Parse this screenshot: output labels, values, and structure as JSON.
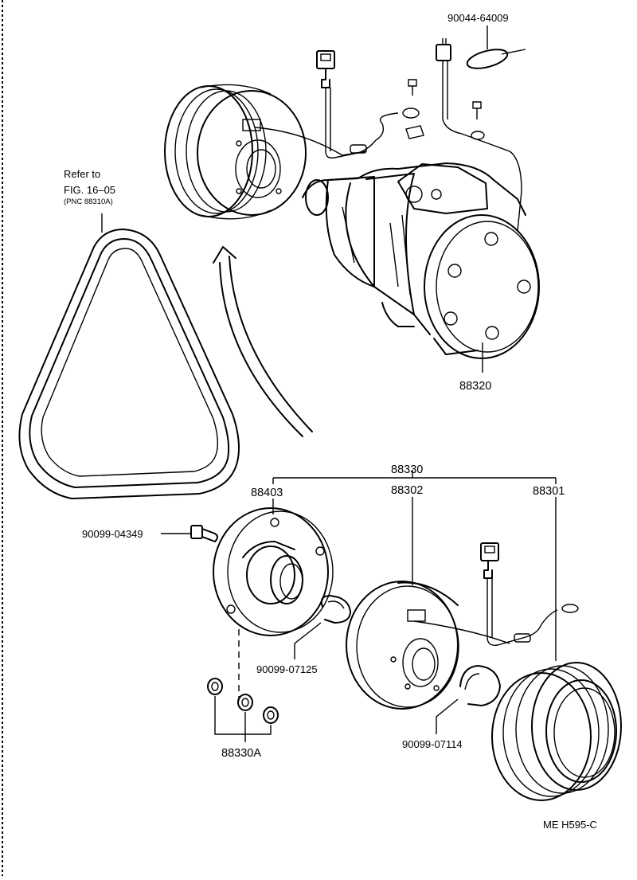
{
  "diagram": {
    "refer": {
      "line1": "Refer to",
      "line2": "FIG. 16–05",
      "line3": "(PNC 88310A)"
    },
    "parts": {
      "clip_band": "90044-64009",
      "compressor": "88320",
      "clutch_assy": "88330",
      "pressure_plate": "88403",
      "stator": "88302",
      "pulley": "88301",
      "bolt": "90099-04349",
      "snap_ring_small": "90099-07125",
      "snap_ring_large": "90099-07114",
      "shims": "88330A"
    },
    "figure_code": "ME H595-C"
  }
}
